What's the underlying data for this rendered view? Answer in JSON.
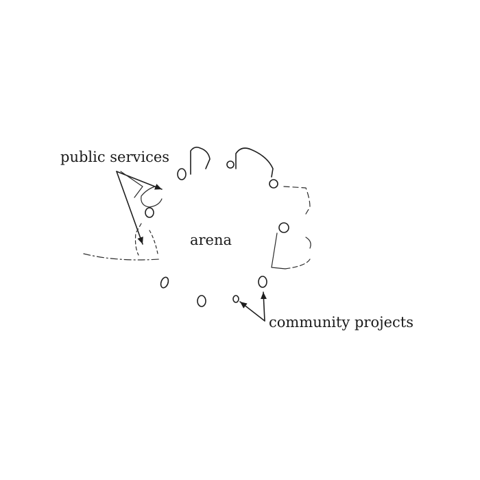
{
  "diagram": {
    "labels": {
      "public_services": "public services",
      "arena": "arena",
      "community_projects": "community projects"
    }
  }
}
